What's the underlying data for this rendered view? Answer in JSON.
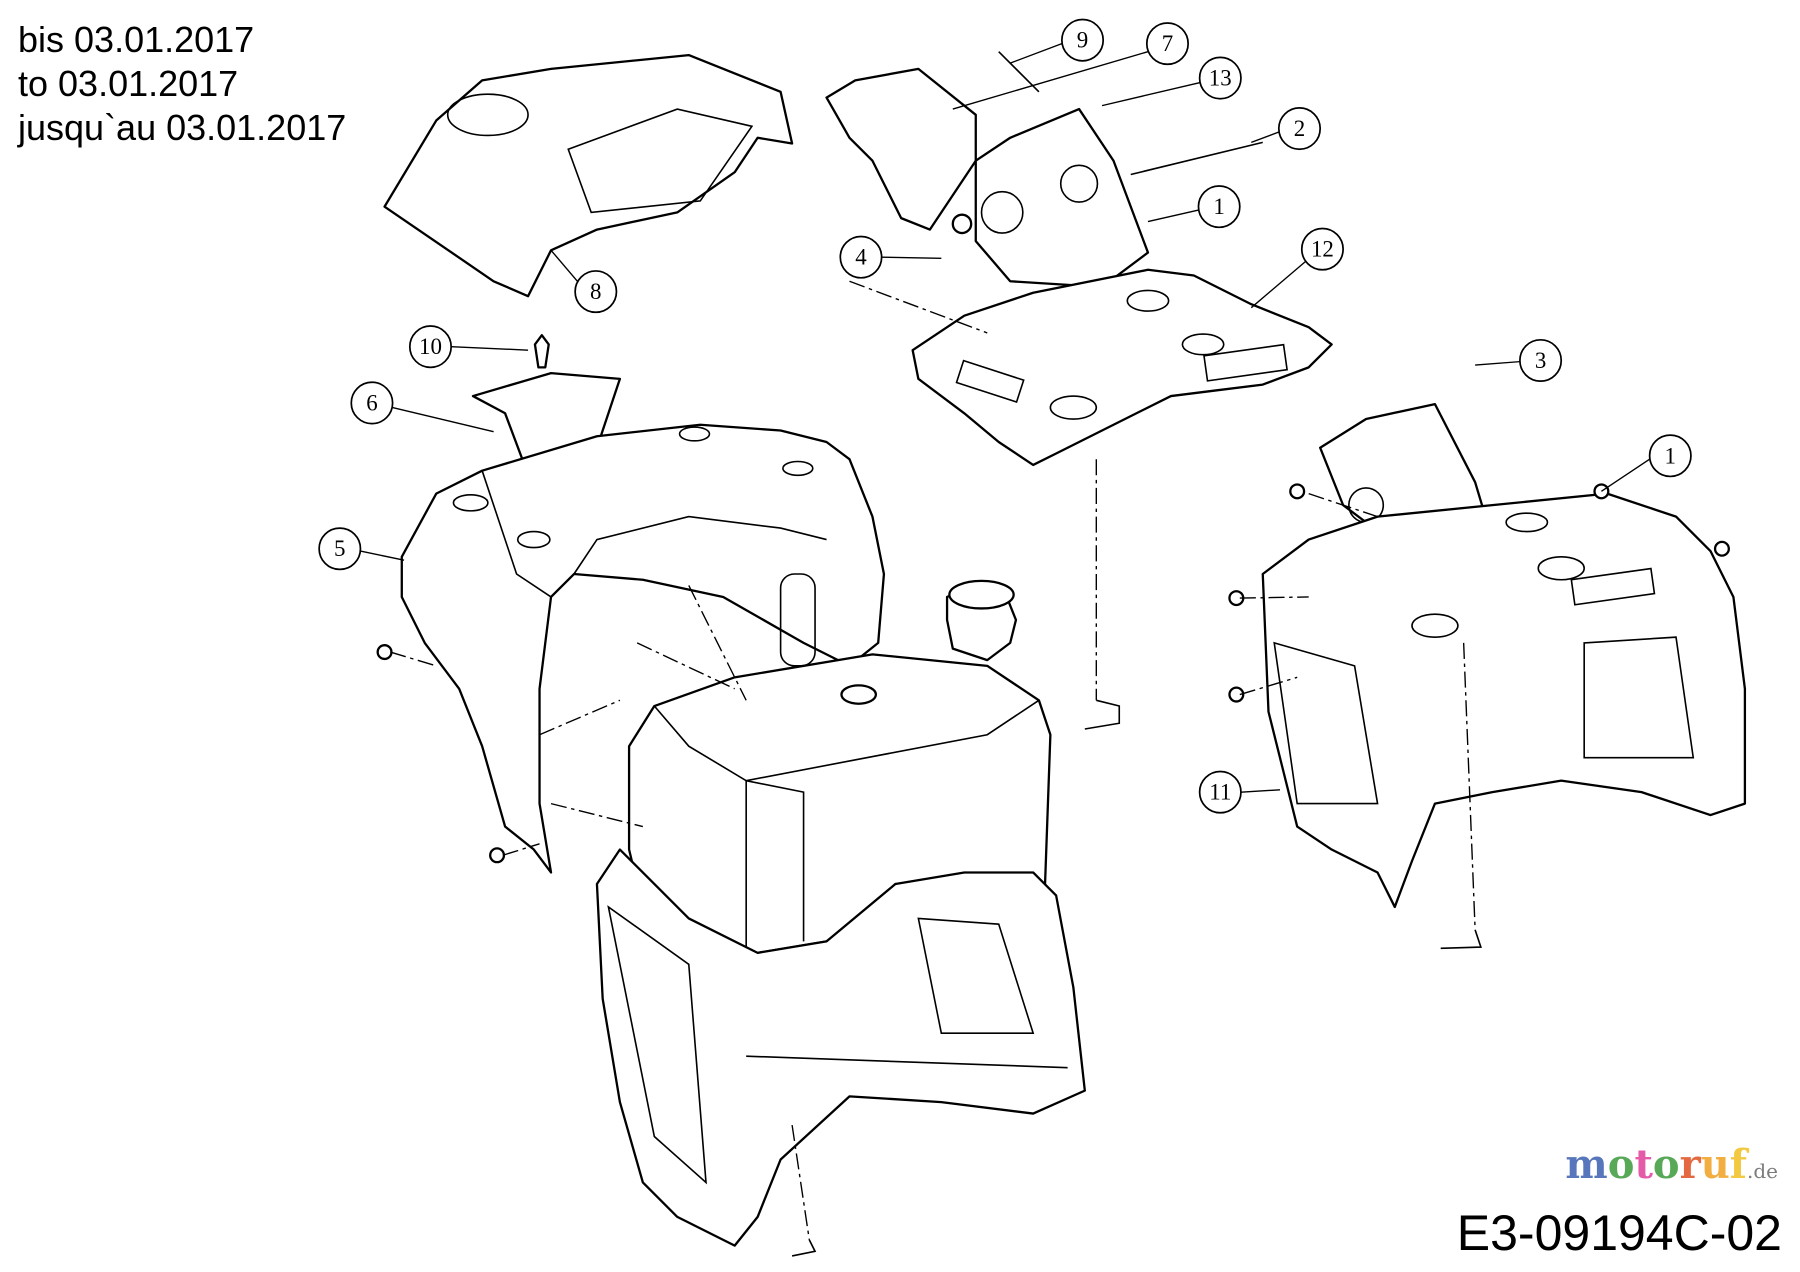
{
  "validity": [
    "bis 03.01.2017",
    "to 03.01.2017",
    "jusqu`au 03.01.2017"
  ],
  "drawing_number": "E3-09194C-02",
  "watermark": {
    "text": "motoruf",
    "suffix": ".de",
    "colors": [
      "#3b5fb0",
      "#3a9a3a",
      "#e0409a",
      "#3a9a3a",
      "#e05020",
      "#f0a020",
      "#f0c020"
    ]
  },
  "callouts": [
    {
      "label": "9"
    },
    {
      "label": "7"
    },
    {
      "label": "13"
    },
    {
      "label": "2"
    },
    {
      "label": "1"
    },
    {
      "label": "12"
    },
    {
      "label": "4"
    },
    {
      "label": "8"
    },
    {
      "label": "10"
    },
    {
      "label": "6"
    },
    {
      "label": "3"
    },
    {
      "label": "1"
    },
    {
      "label": "5"
    },
    {
      "label": "11"
    }
  ]
}
